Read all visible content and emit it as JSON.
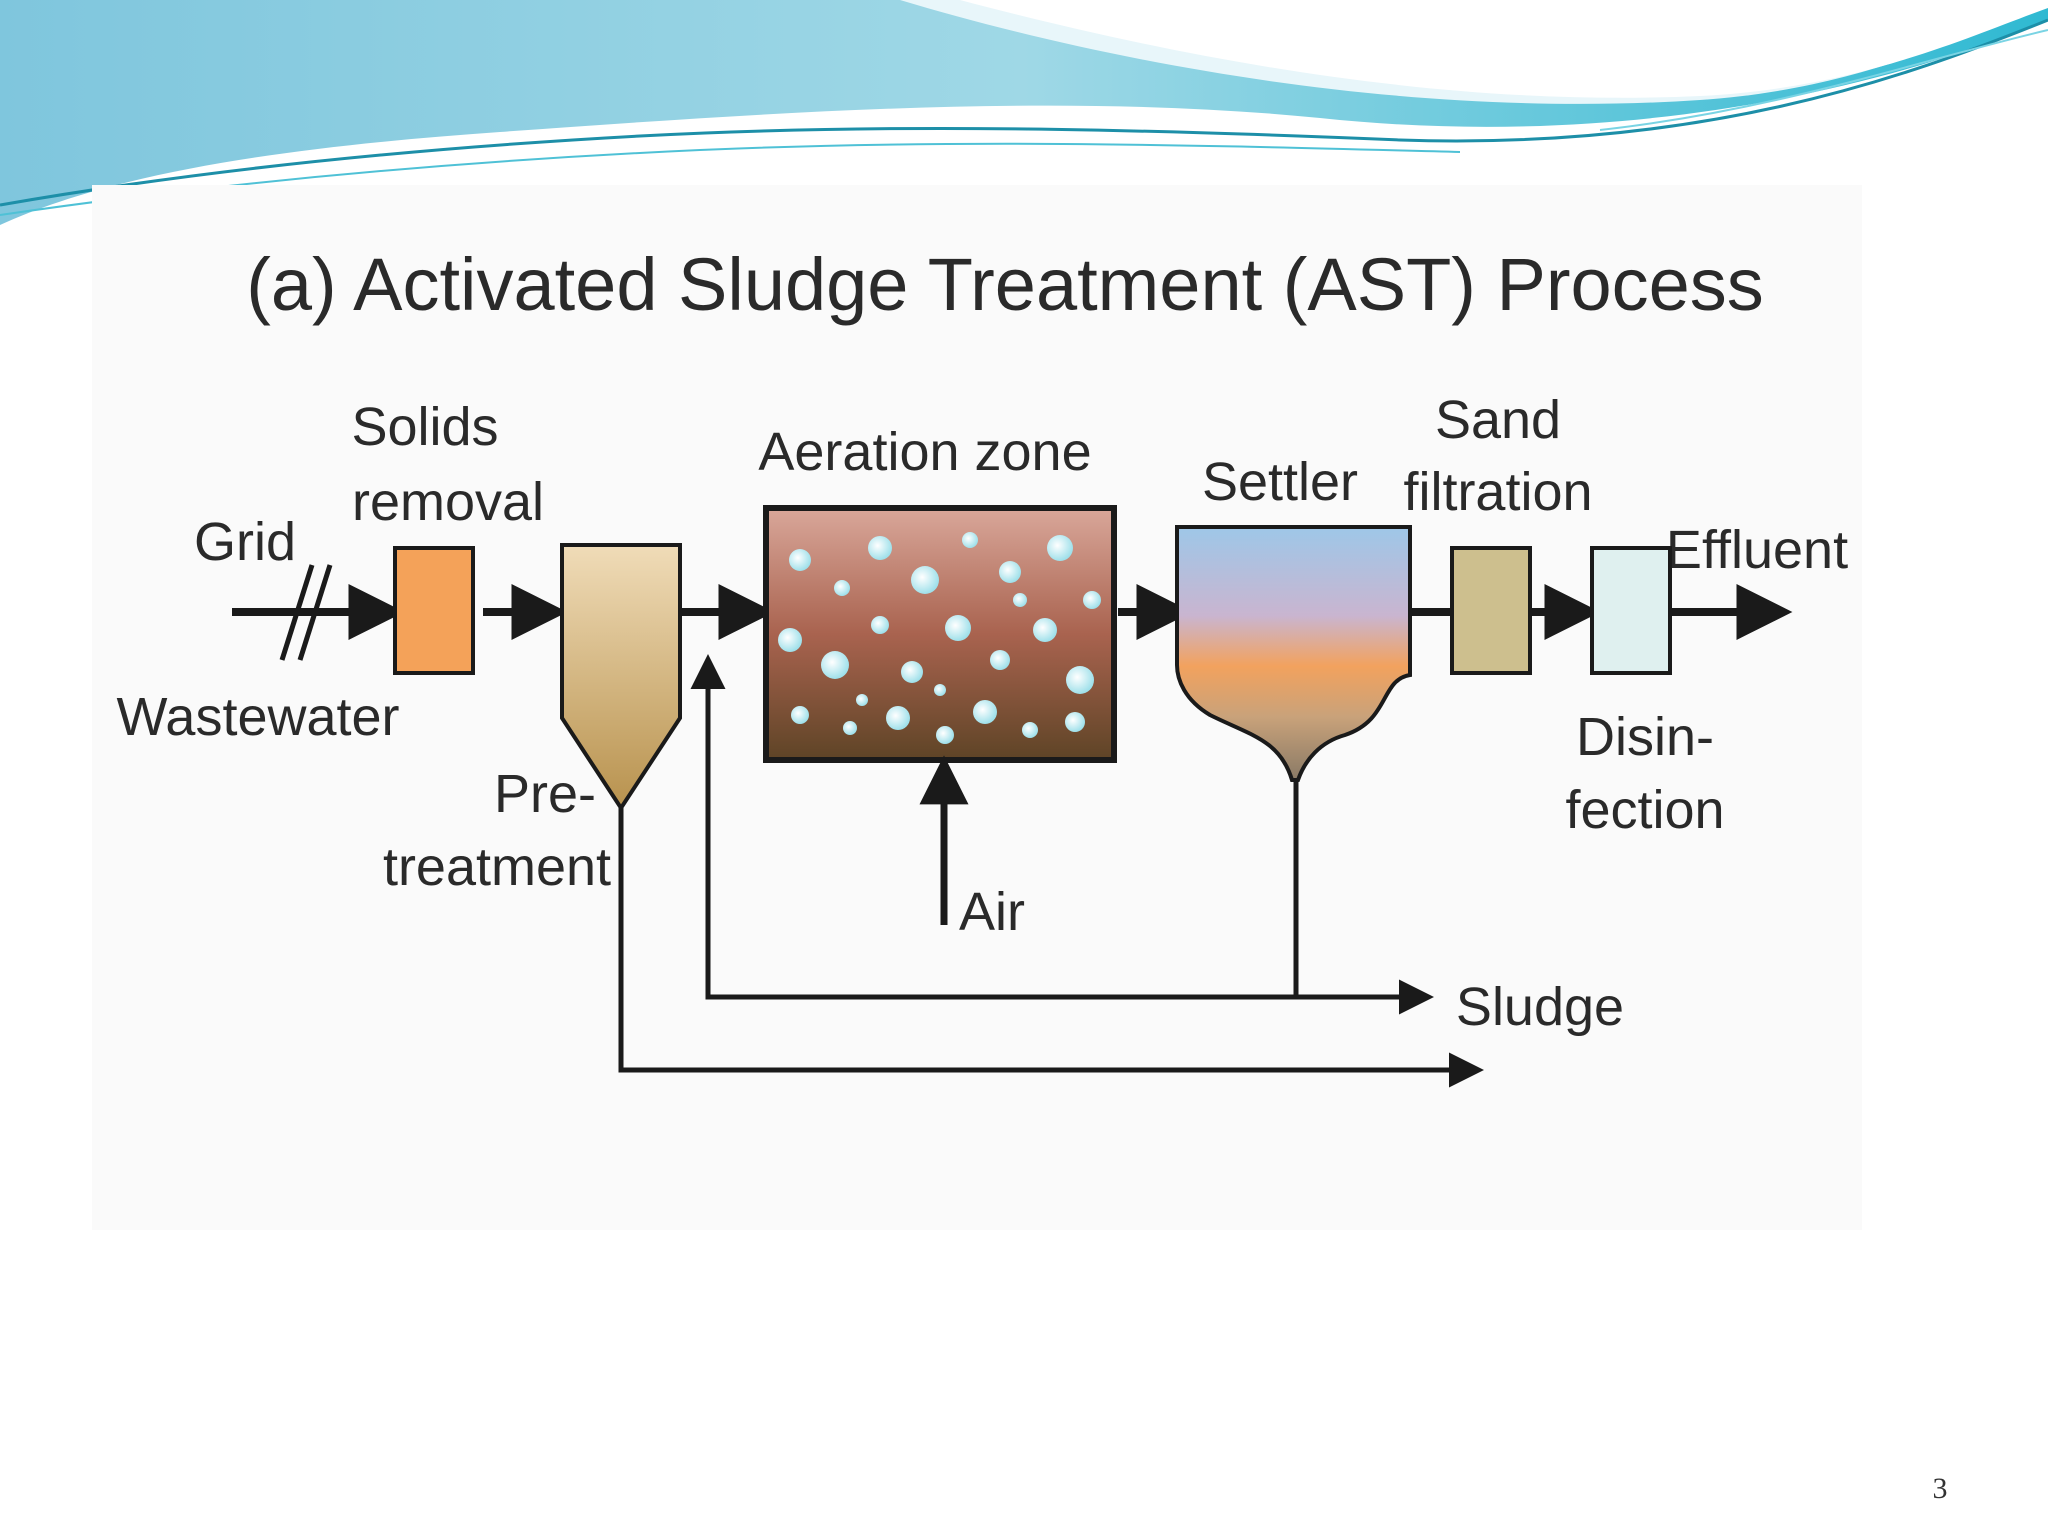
{
  "slide": {
    "page_number": "3"
  },
  "diagram": {
    "title": "(a) Activated Sludge Treatment (AST) Process",
    "labels": {
      "grid": "Grid",
      "wastewater": "Wastewater",
      "solids_line1": "Solids",
      "solids_line2": "removal",
      "pre_line1": "Pre-",
      "pre_line2": "treatment",
      "aeration": "Aeration zone",
      "air": "Air",
      "settler": "Settler",
      "sand_line1": "Sand",
      "sand_line2": "filtration",
      "effluent": "Effluent",
      "disin_line1": "Disin-",
      "disin_line2": "fection",
      "sludge": "Sludge"
    }
  },
  "colors": {
    "solids_removal": "#f4a259",
    "sand_filtration": "#cdbf8e",
    "disinfection": "#dff0ef",
    "aeration_top": "#c98a7a",
    "aeration_bottom": "#6e5232",
    "settler_water": "#9ec7e8",
    "settler_sludge": "#f2a25e",
    "pretreatment": "#d8b884",
    "line": "#1a1a1a",
    "header_teal": "#4fc1d6"
  }
}
